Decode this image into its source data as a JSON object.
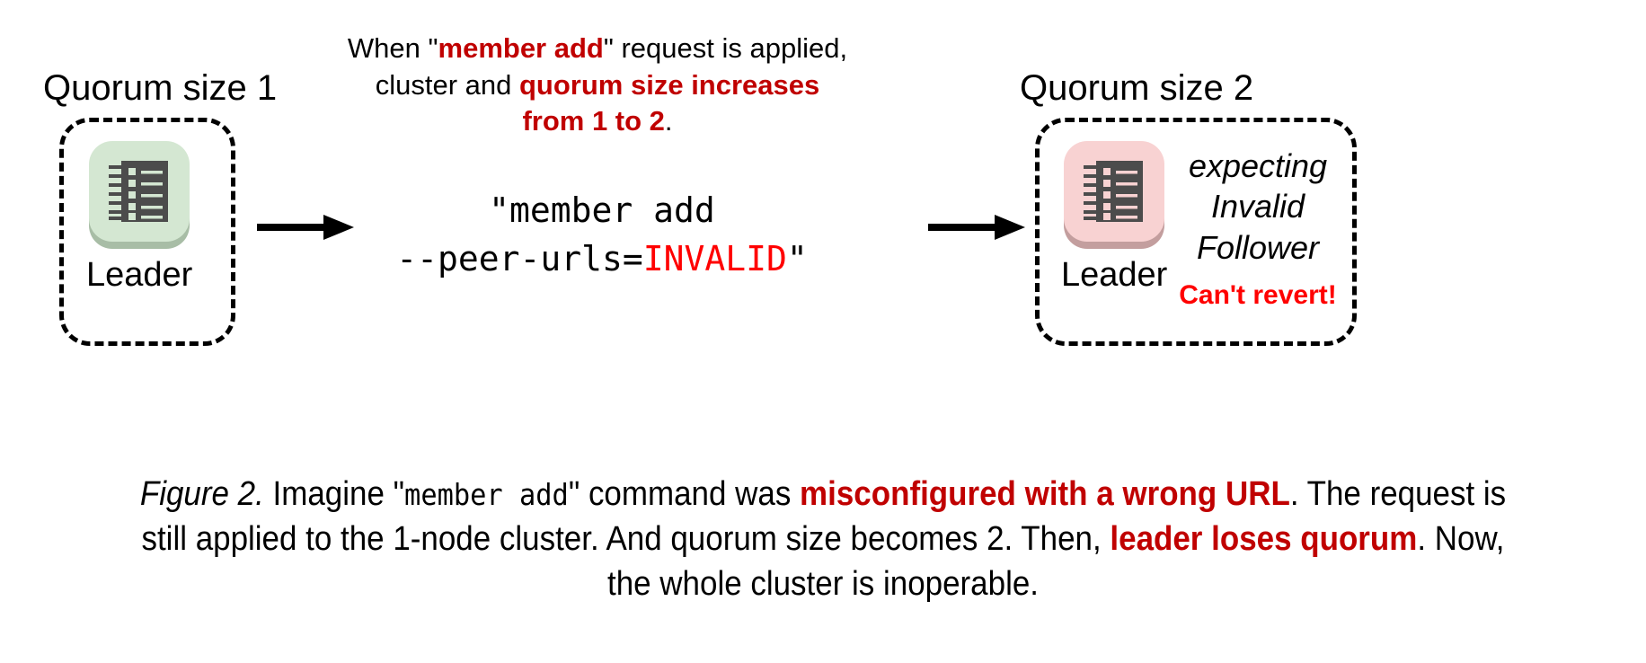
{
  "figure": {
    "left_cluster": {
      "title": "Quorum size 1",
      "node_label": "Leader",
      "icon": "server-rack-icon",
      "icon_color": "#d4e7d2"
    },
    "right_cluster": {
      "title": "Quorum size 2",
      "node_label": "Leader",
      "icon": "server-rack-icon",
      "icon_color": "#f8d2d2",
      "status_lines": [
        "expecting",
        "Invalid",
        "Follower"
      ],
      "warning": "Can't revert!",
      "warning_color": "#ff0000"
    },
    "top_note": {
      "line1_pre": "When \"",
      "line1_em": "member add",
      "line1_post": "\" request is applied,",
      "line2_pre": "cluster and ",
      "line2_em": "quorum size increases",
      "line3_em": "from 1 to 2",
      "line3_post": "."
    },
    "command": {
      "line1": "\"member add",
      "line2_pre": "--peer-urls=",
      "line2_invalid": "INVALID",
      "line2_post": "\"",
      "invalid_color": "#ff0000"
    },
    "arrows": {
      "arrow_1": "arrow-right-icon",
      "arrow_2": "arrow-right-icon"
    },
    "caption": {
      "label": "Figure 2.",
      "seg1": " Imagine \"",
      "cmd": "member add",
      "seg2": "\" command was ",
      "em1": "misconfigured with a wrong URL",
      "seg3": ". The request is still applied to the 1-node cluster. And quorum size becomes 2. Then, ",
      "em2": "leader loses quorum",
      "seg4": ". Now, the whole cluster is inoperable."
    }
  }
}
